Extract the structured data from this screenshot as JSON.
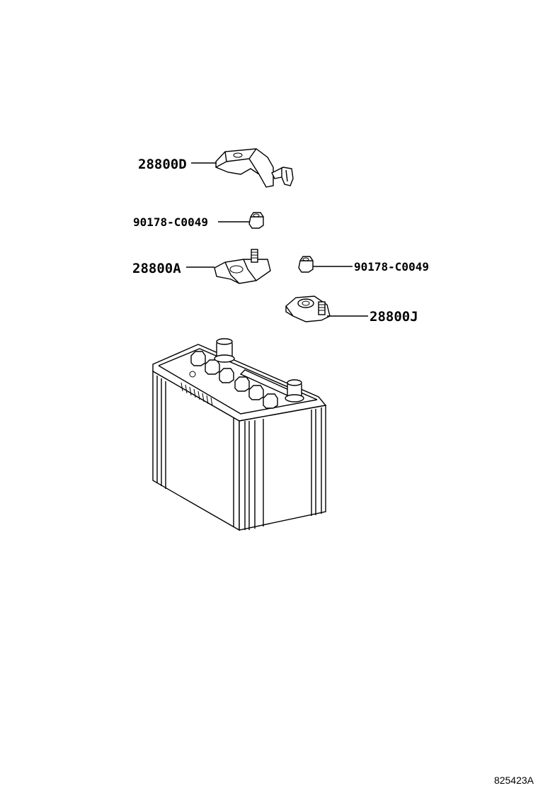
{
  "parts": [
    {
      "id": "cover",
      "label": "28800D"
    },
    {
      "id": "nut_upper",
      "label": "90178-C0049"
    },
    {
      "id": "terminal_negative",
      "label": "28800A"
    },
    {
      "id": "nut_right",
      "label": "90178-C0049"
    },
    {
      "id": "terminal_positive",
      "label": "28800J"
    }
  ],
  "reference_code": "825423A"
}
